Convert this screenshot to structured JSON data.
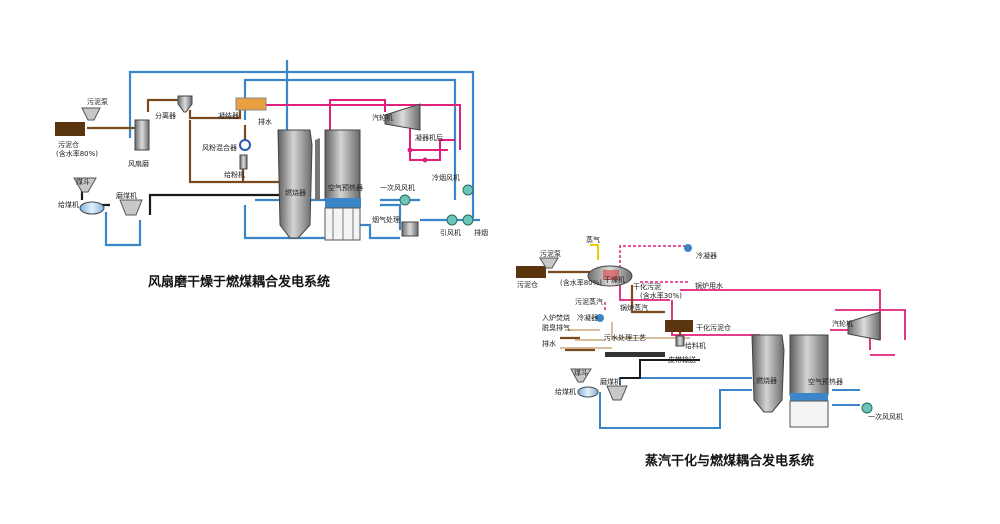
{
  "diagram1": {
    "caption": "风扇磨干燥于燃煤耦合发电系统",
    "labels": {
      "sludge_pump": "污泥泵",
      "sludge_bin": "污泥仓",
      "moisture": "(含水率80%)",
      "fan_mill": "风扇磨",
      "separator": "分离器",
      "condenser": "凝结器",
      "drain": "排水",
      "powder_mixer": "风粉混合器",
      "feeder": "给粉机",
      "coal_hopper": "煤斗",
      "coal_feeder": "给煤机",
      "coal_mill": "磨煤机",
      "boiler": "燃烧器",
      "air_preheater": "空气预热器",
      "turbine": "汽轮机",
      "turbine_condenser": "凝器机后",
      "primary_fan": "一次风风机",
      "cold_fan": "冷烟风机",
      "flue_treat": "烟气处理",
      "induced_fan": "引风机",
      "exhaust": "排烟"
    }
  },
  "diagram2": {
    "caption": "蒸汽干化与燃煤耦合发电系统",
    "labels": {
      "sludge_pump": "污泥泵",
      "sludge_bin": "污泥仓",
      "moisture80": "(含水率80%)",
      "steam": "蒸气",
      "dryer": "干燥机",
      "dried_sludge": "干化污泥",
      "moisture30": "(含水率30%)",
      "condenser": "冷凝器",
      "boiler_water": "锅炉用水",
      "sludge_vapor": "污泥蒸汽",
      "boiler_steam": "锅炉蒸汽",
      "furnace_burn": "入炉焚烧",
      "deodor": "脱臭排气",
      "cooler": "冷凝器",
      "wastewater": "污水处理工艺",
      "drain": "排水",
      "dried_bin": "干化污泥仓",
      "feeder": "给料机",
      "belt": "皮带输送",
      "turbine": "汽轮机",
      "coal_hopper": "煤斗",
      "coal_mill": "磨煤机",
      "coal_feeder": "给煤机",
      "boiler": "燃烧器",
      "air_preheater": "空气预热器",
      "primary_fan": "一次风风机"
    }
  },
  "colors": {
    "air": "#3a86c8",
    "steam": "#e0207a",
    "coal": "#1a1a1a",
    "sludge": "#7a4a1e",
    "boiler": "#8a8a8a",
    "cap_text": "#111111"
  }
}
